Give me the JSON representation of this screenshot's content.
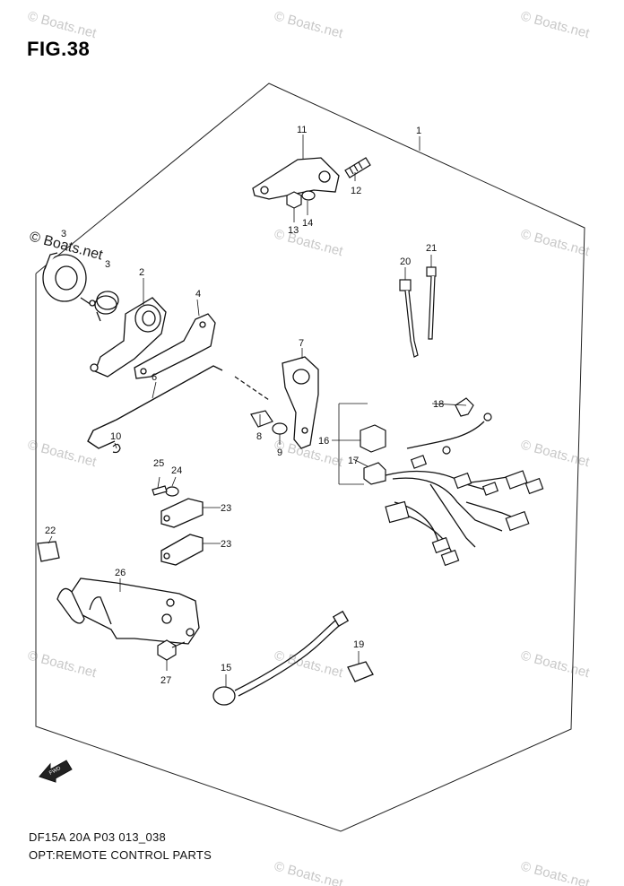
{
  "figure": {
    "title": "FIG.38",
    "footer_model": "DF15A 20A P03 013_038",
    "footer_caption": "OPT:REMOTE CONTROL PARTS",
    "fwd_label": "FWD",
    "watermark": "© Boats.net"
  },
  "callouts": [
    "1",
    "2",
    "3",
    "3",
    "4",
    "6",
    "7",
    "8",
    "9",
    "10",
    "11",
    "12",
    "13",
    "14",
    "15",
    "16",
    "17",
    "18",
    "19",
    "20",
    "21",
    "22",
    "23",
    "23",
    "24",
    "25",
    "26",
    "27"
  ]
}
